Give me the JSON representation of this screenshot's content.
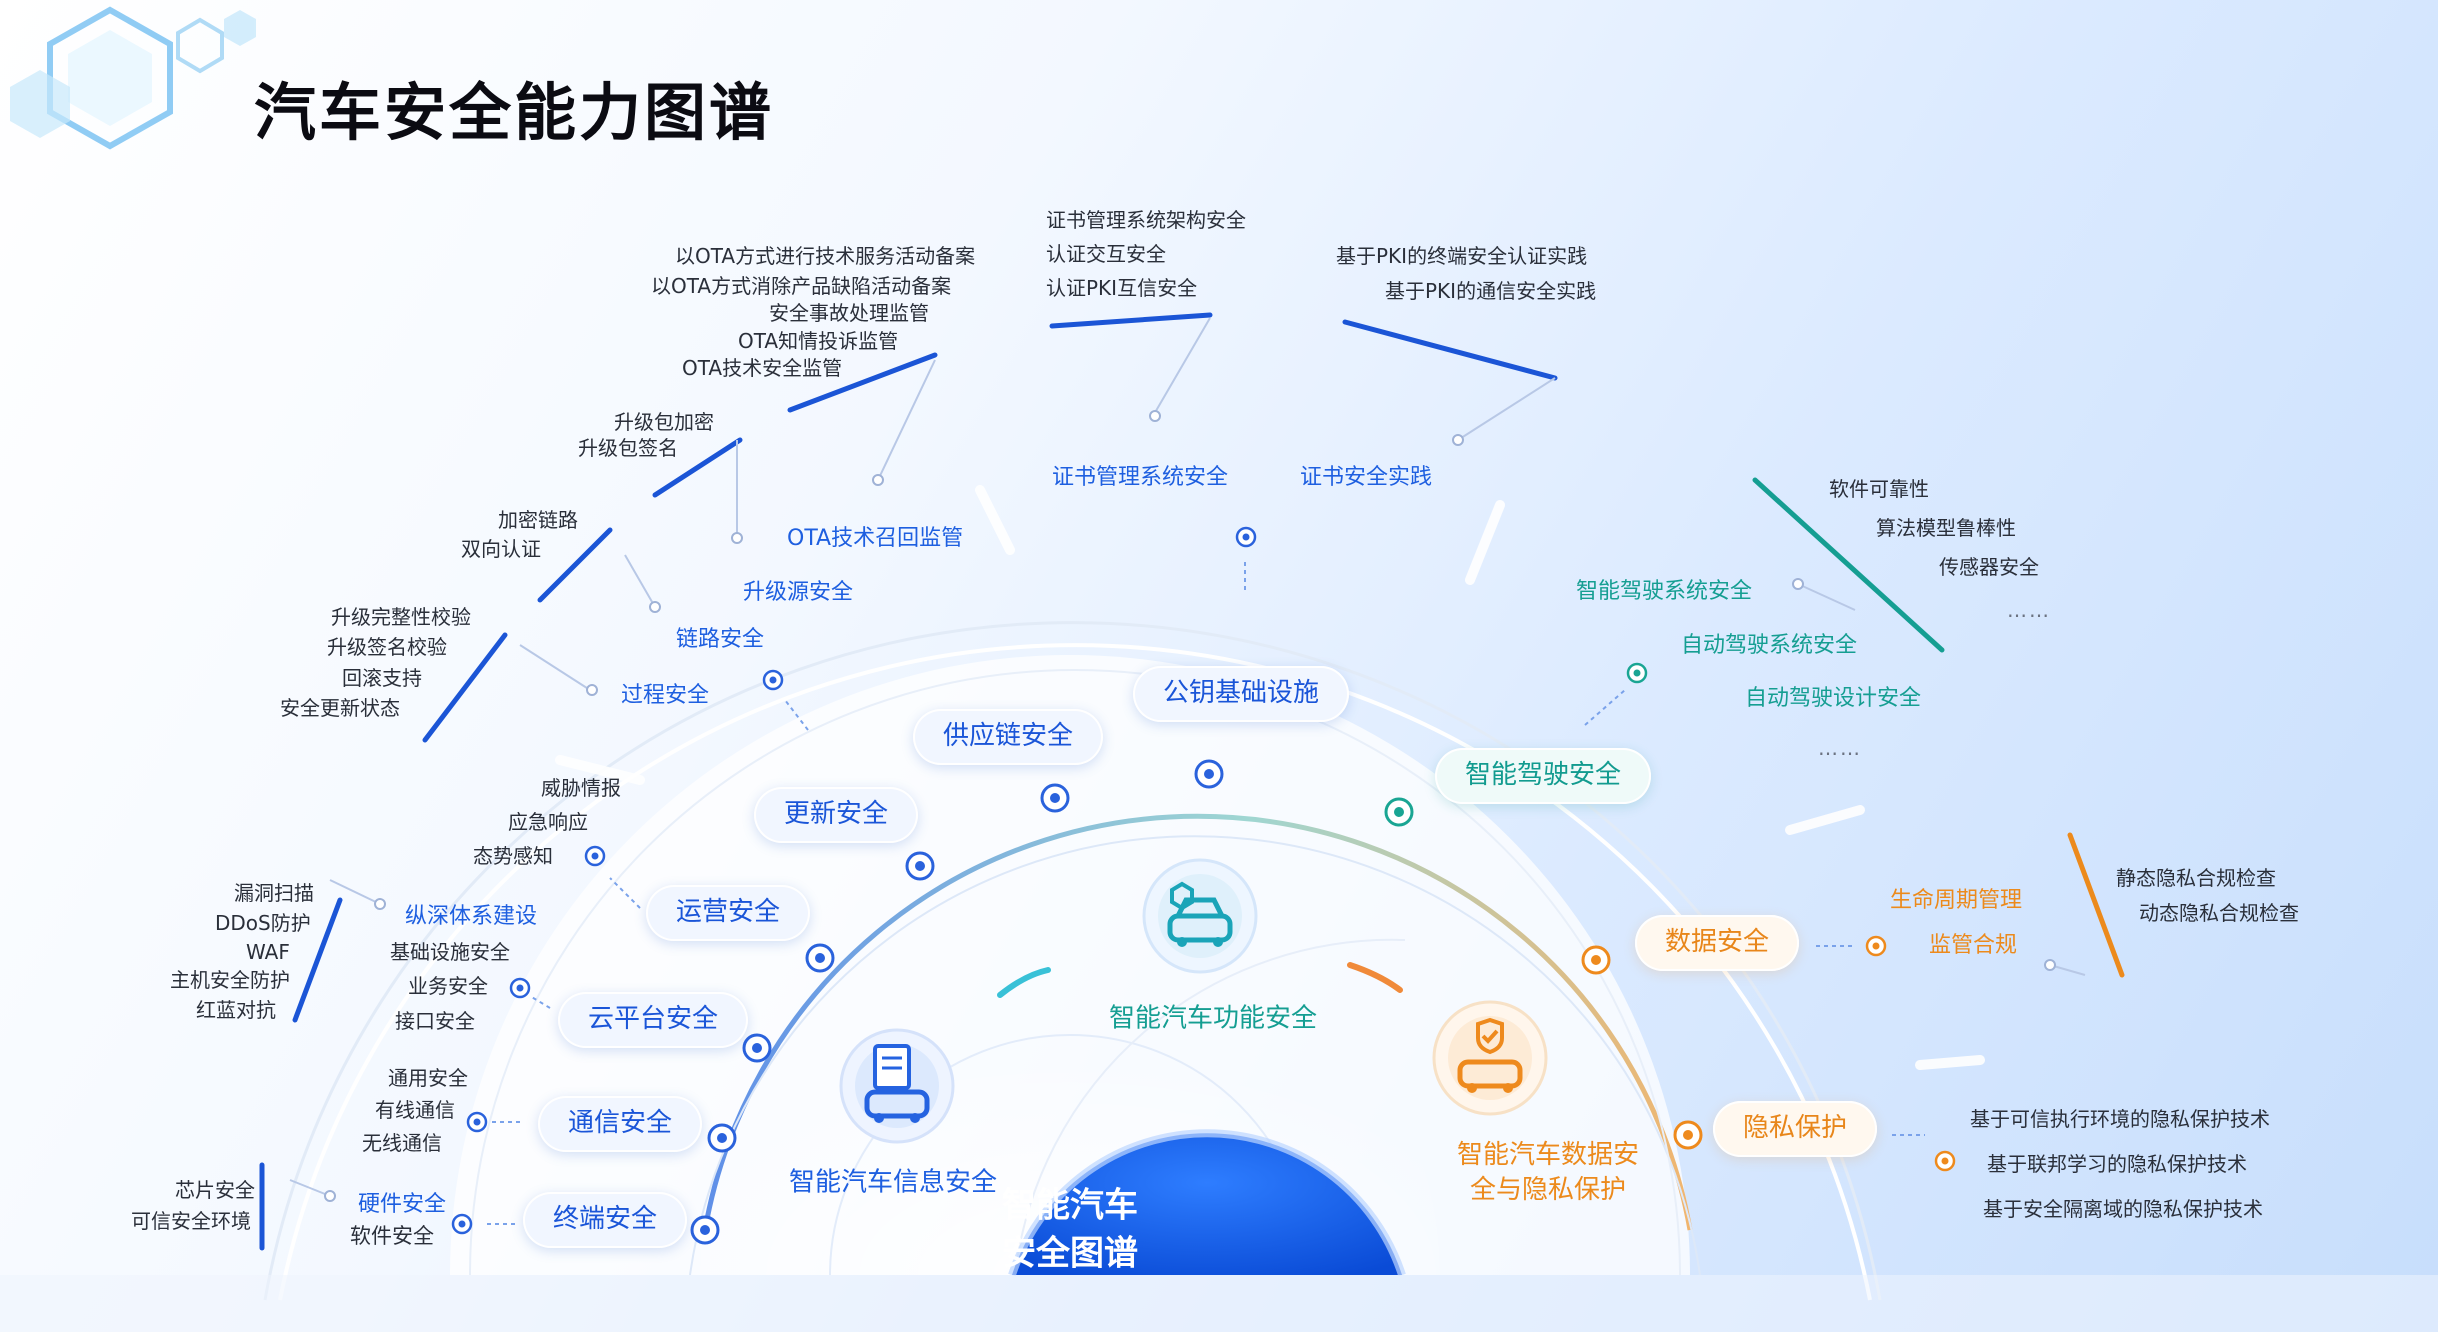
{
  "title": "汽车安全能力图谱",
  "core": {
    "line1": "智能汽车",
    "line2": "安全图谱"
  },
  "sectors": {
    "info": "智能汽车信息安全",
    "function": "智能汽车功能安全",
    "data_line1": "智能汽车数据安",
    "data_line2": "全与隐私保护"
  },
  "pills": {
    "terminal": "终端安全",
    "comm": "通信安全",
    "cloud": "云平台安全",
    "ops": "运营安全",
    "update": "更新安全",
    "supply": "供应链安全",
    "pki": "公钥基础设施",
    "adas": "智能驾驶安全",
    "data": "数据安全",
    "privacy": "隐私保护"
  },
  "mid": {
    "hw": "硬件安全",
    "sw": "软件安全",
    "defense": "纵深体系建设",
    "process": "过程安全",
    "link": "链路安全",
    "source": "升级源安全",
    "recall": "OTA技术召回监管",
    "cert_sys": "证书管理系统安全",
    "cert_prac": "证书安全实践",
    "ad_sys": "智能驾驶系统安全",
    "auto_sys": "自动驾驶系统安全",
    "auto_design": "自动驾驶设计安全",
    "lifecycle": "生命周期管理",
    "regulation": "监管合规"
  },
  "outer": {
    "chip": "芯片安全",
    "tee": "可信安全环境",
    "common_sec": "通用安全",
    "wired": "有线通信",
    "wireless": "无线通信",
    "infra_sec": "基础设施安全",
    "biz_sec": "业务安全",
    "api_sec": "接口安全",
    "scan": "漏洞扫描",
    "ddos": "DDoS防护",
    "waf": "WAF",
    "hids": "主机安全防护",
    "redblue": "红蓝对抗",
    "threat": "威胁情报",
    "response": "应急响应",
    "awareness": "态势感知",
    "integrity": "升级完整性校验",
    "sig_check": "升级签名校验",
    "rollback": "回滚支持",
    "status": "安全更新状态",
    "enc_link": "加密链路",
    "mutual_auth": "双向认证",
    "pkg_enc": "升级包加密",
    "pkg_sign": "升级包签名",
    "ota_filing": "以OTA方式进行技术服务活动备案",
    "ota_defect": "以OTA方式消除产品缺陷活动备案",
    "accident": "安全事故处理监管",
    "complaint": "OTA知情投诉监管",
    "ota_tech": "OTA技术安全监管",
    "cert_arch": "证书管理系统架构安全",
    "auth_interact": "认证交互安全",
    "pki_trust": "认证PKI互信安全",
    "pki_terminal": "基于PKI的终端安全认证实践",
    "pki_comm": "基于PKI的通信安全实践",
    "reliability": "软件可靠性",
    "robust": "算法模型鲁棒性",
    "sensor": "传感器安全",
    "dots": "……",
    "static_check": "静态隐私合规检查",
    "dynamic_check": "动态隐私合规检查",
    "tee_privacy": "基于可信执行环境的隐私保护技术",
    "federated": "基于联邦学习的隐私保护技术",
    "isolation": "基于安全隔离域的隐私保护技术"
  },
  "colors": {
    "blue": "#1e5fe0",
    "teal": "#159e92",
    "orange": "#ec8a1c",
    "core": "#1561e8"
  }
}
